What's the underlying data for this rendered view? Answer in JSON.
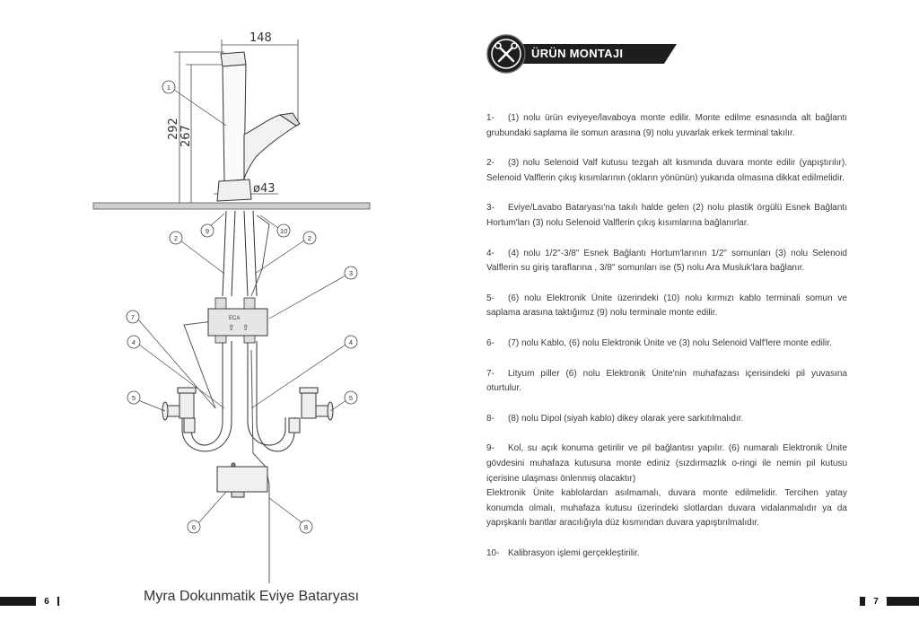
{
  "left_page": {
    "footer_title": "Myra Dokunmatik Eviye Bataryası",
    "page_number": "6",
    "diagram": {
      "dimensions": {
        "width": "148",
        "height_total": "292",
        "height_spout": "267",
        "diameter": "ø43"
      },
      "brand_label": "ECA",
      "callouts": [
        "1",
        "9",
        "10",
        "2",
        "2",
        "3",
        "7",
        "4",
        "4",
        "5",
        "5",
        "6",
        "8"
      ]
    }
  },
  "right_page": {
    "page_number": "7",
    "section_title": "ÜRÜN MONTAJI",
    "icon": "tools-icon",
    "steps": [
      {
        "num": "1-",
        "text": "(1) nolu ürün eviyeye/lavaboya monte edilir. Monte edilme esnasında alt bağlantı grubundaki saplama ile somun arasına (9) nolu yuvarlak erkek terminal takılır."
      },
      {
        "num": "2-",
        "text": "(3) nolu Selenoid Valf kutusu tezgah alt kısmında duvara monte edilir (yapıştırılır). Selenoid Valflerin çıkış kısımlarının (okların yönünün) yukarıda olmasına dikkat edilmelidir."
      },
      {
        "num": "3-",
        "text": "Eviye/Lavabo Bataryası'na takılı halde gelen (2) nolu plastik örgülü Esnek Bağlantı Hortum'ları (3) nolu Selenoid Valflerin çıkış kısımlarına bağlanırlar."
      },
      {
        "num": "4-",
        "text": "(4) nolu 1/2\"-3/8\" Esnek Bağlantı Hortum'larının 1/2\" somunları (3) nolu Selenoid Valflerin su giriş taraflarına , 3/8\" somunları ise (5) nolu Ara Musluk'lara bağlanır."
      },
      {
        "num": "5-",
        "text": "(6) nolu Elektronik Ünite üzerindeki (10) nolu kırmızı kablo terminali somun ve saplama arasına taktığımız (9) nolu terminale monte edilir."
      },
      {
        "num": "6-",
        "text": "(7) nolu Kablo, (6) nolu Elektronik Ünite ve (3) nolu Selenoid Valf'lere monte edilir."
      },
      {
        "num": "7-",
        "text": "Lityum piller (6) nolu Elektronik Ünite'nin muhafazası içerisindeki pil yuvasına oturtulur."
      },
      {
        "num": "8-",
        "text": "(8) nolu Dipol (siyah kablo) dikey olarak yere sarkıtılmalıdır."
      },
      {
        "num": "9-",
        "text": "Kol, su açık konuma getirilir ve pil bağlantısı yapılır. (6) numaralı Elektronik Ünite gövdesini muhafaza kutusuna monte ediniz (sızdırmazlık o-ringi ile nemin pil kutusu içerisine ulaşması önlenmiş olacaktır)",
        "extra": "Elektronik Ünite kablolardan asılmamalı, duvara monte edilmelidir. Tercihen yatay konumda olmalı, muhafaza kutusu üzerindeki slotlardan duvara vidalanmalıdır ya da yapışkanlı bantlar aracılığıyla düz kısmından duvara yapıştırılmalıdır."
      },
      {
        "num": "10-",
        "text": "Kalibrasyon işlemi gerçekleştirilir."
      }
    ]
  }
}
